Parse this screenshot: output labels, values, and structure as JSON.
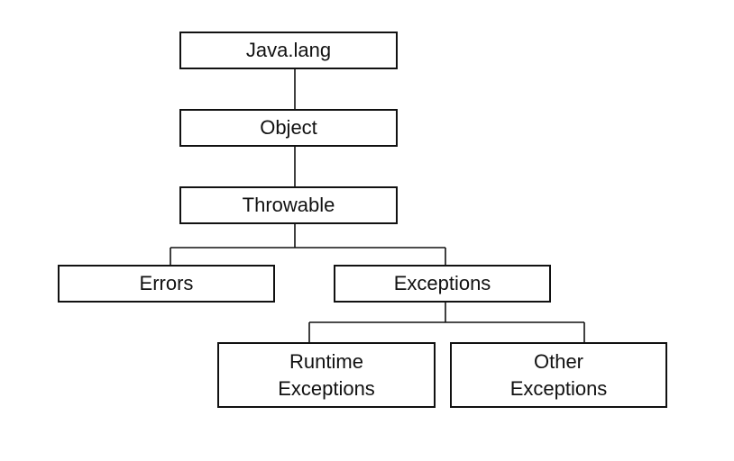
{
  "diagram": {
    "nodes": {
      "java_lang": {
        "label": "Java.lang"
      },
      "object": {
        "label": "Object"
      },
      "throwable": {
        "label": "Throwable"
      },
      "errors": {
        "label": "Errors"
      },
      "exceptions": {
        "label": "Exceptions"
      },
      "runtime_exceptions": {
        "line1": "Runtime",
        "line2": "Exceptions"
      },
      "other_exceptions": {
        "line1": "Other",
        "line2": "Exceptions"
      }
    },
    "edges": [
      [
        "java_lang",
        "object"
      ],
      [
        "object",
        "throwable"
      ],
      [
        "throwable",
        "errors"
      ],
      [
        "throwable",
        "exceptions"
      ],
      [
        "exceptions",
        "runtime_exceptions"
      ],
      [
        "exceptions",
        "other_exceptions"
      ]
    ],
    "colors": {
      "line": "#111111",
      "background": "#ffffff"
    }
  }
}
